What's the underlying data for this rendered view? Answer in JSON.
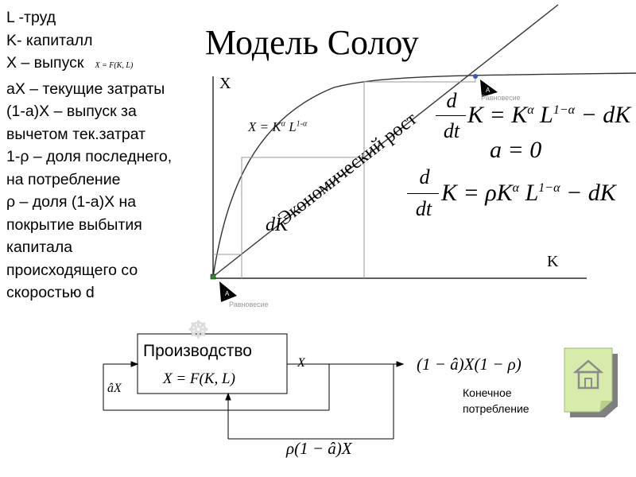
{
  "legend": [
    "L -труд",
    "K- капиталл",
    "X – выпуск",
    "aX – текущие затраты",
    "(1-a)X – выпуск за",
    "вычетом тек.затрат",
    "1-ρ – доля последнего,",
    "на потребление",
    "ρ – доля (1-a)X  на",
    "покрытие выбытия",
    "капитала",
    "происходящего со",
    "скоростью d"
  ],
  "legend_formula": "X = F(K, L)",
  "title": "Модель Солоу",
  "graph": {
    "y_axis_label": "X",
    "x_axis_label": "K",
    "curve_formula": "X = K^α L^(1-α)",
    "curve_formula_display": "X = K",
    "curve_formula_exp1": "α",
    "curve_formula_mid": " L",
    "curve_formula_exp2": "1-α",
    "line_label": "Экономический рост",
    "line_formula": "dK",
    "equilibrium_top": "Равновесие",
    "equilibrium_bottom": "Равновесие"
  },
  "equations": {
    "eq1_d": "d",
    "eq1_dt": "dt",
    "eq1_body": "K = K",
    "eq1_exp1": "α",
    "eq1_L": " L",
    "eq1_exp2": "1−α",
    "eq1_tail": " − dK",
    "eq2": "a = 0",
    "eq3_d": "d",
    "eq3_dt": "dt",
    "eq3_body": "K = ρK",
    "eq3_exp1": "α",
    "eq3_L": " L",
    "eq3_exp2": "1−α",
    "eq3_tail": " − dK"
  },
  "diagram": {
    "production_label": "Производство",
    "production_formula": "X = F(K, L)",
    "output_label": "X",
    "feedback_left": "âX",
    "output_right": "(1 − â)X(1 − ρ)",
    "consumption_label_1": "Конечное",
    "consumption_label_2": "потребление",
    "feedback_bottom": "ρ(1 − â)X"
  },
  "home_icon": "home-icon"
}
